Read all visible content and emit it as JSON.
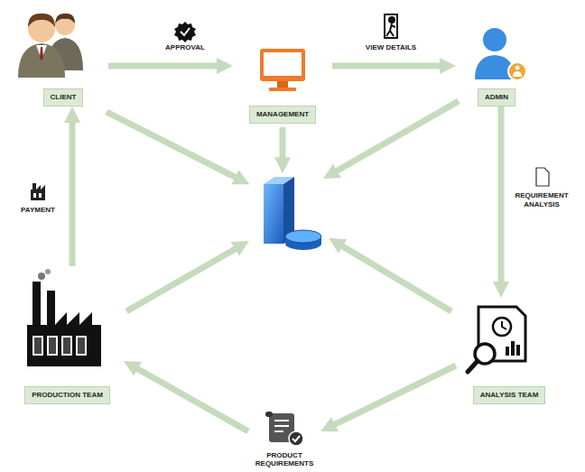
{
  "diagram": {
    "nodes": [
      {
        "text": [
          "CLIENT"
        ]
      },
      {
        "text": [
          "MANAGEMENT"
        ]
      },
      {
        "text": [
          "ADMIN"
        ]
      },
      {
        "text": [
          "PRODUCTION TEAM"
        ]
      },
      {
        "text": [
          "ANALYSIS TEAM"
        ]
      },
      {
        "text": [
          "PRODUCT REQUIREMENTS"
        ]
      }
    ],
    "edges": [
      {
        "from": 0,
        "to": 1,
        "label": "APPROVAL",
        "arrow": "to"
      },
      {
        "from": 1,
        "to": 2,
        "label": "VIEW DETAILS",
        "arrow": "to"
      },
      {
        "from": 2,
        "to": 4,
        "label": "REQUIREMENT ANALYSIS",
        "arrow": "to"
      },
      {
        "from": 4,
        "to": 5,
        "arrow": "to"
      },
      {
        "from": 5,
        "to": 3,
        "arrow": "to"
      },
      {
        "from": 3,
        "to": 0,
        "label": "PAYMENT",
        "arrow": "to"
      }
    ]
  }
}
